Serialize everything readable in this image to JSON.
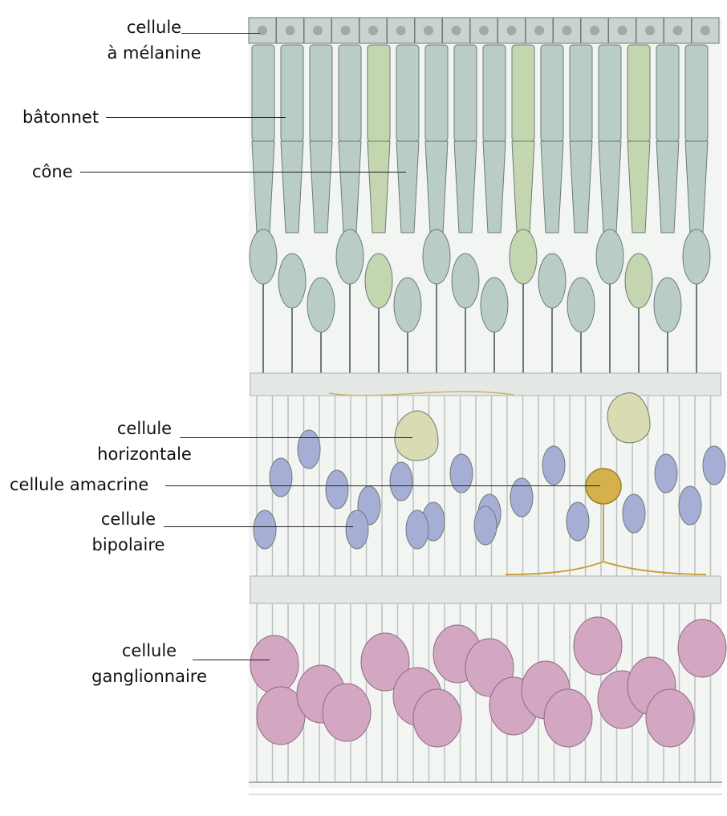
{
  "labels": {
    "melanine": [
      "cellule",
      "à mélanine"
    ],
    "batonnet": "bâtonnet",
    "cone": "cône",
    "horizontale": [
      "cellule",
      "horizontale"
    ],
    "amacrine": "cellule amacrine",
    "bipolaire": [
      "cellule",
      "bipolaire"
    ],
    "ganglionnaire": [
      "cellule",
      "ganglionnaire"
    ]
  },
  "colors": {
    "photoreceptor": "#b9cdc5",
    "cone_tint": "#c3d6b0",
    "bipolar": "#a7aed6",
    "horizontal": "#d9dcb2",
    "amacrine": "#d4b14a",
    "ganglion": "#d3a6c2",
    "melanin_cells": "#c9d3cf",
    "outline": "#6b7a78"
  }
}
